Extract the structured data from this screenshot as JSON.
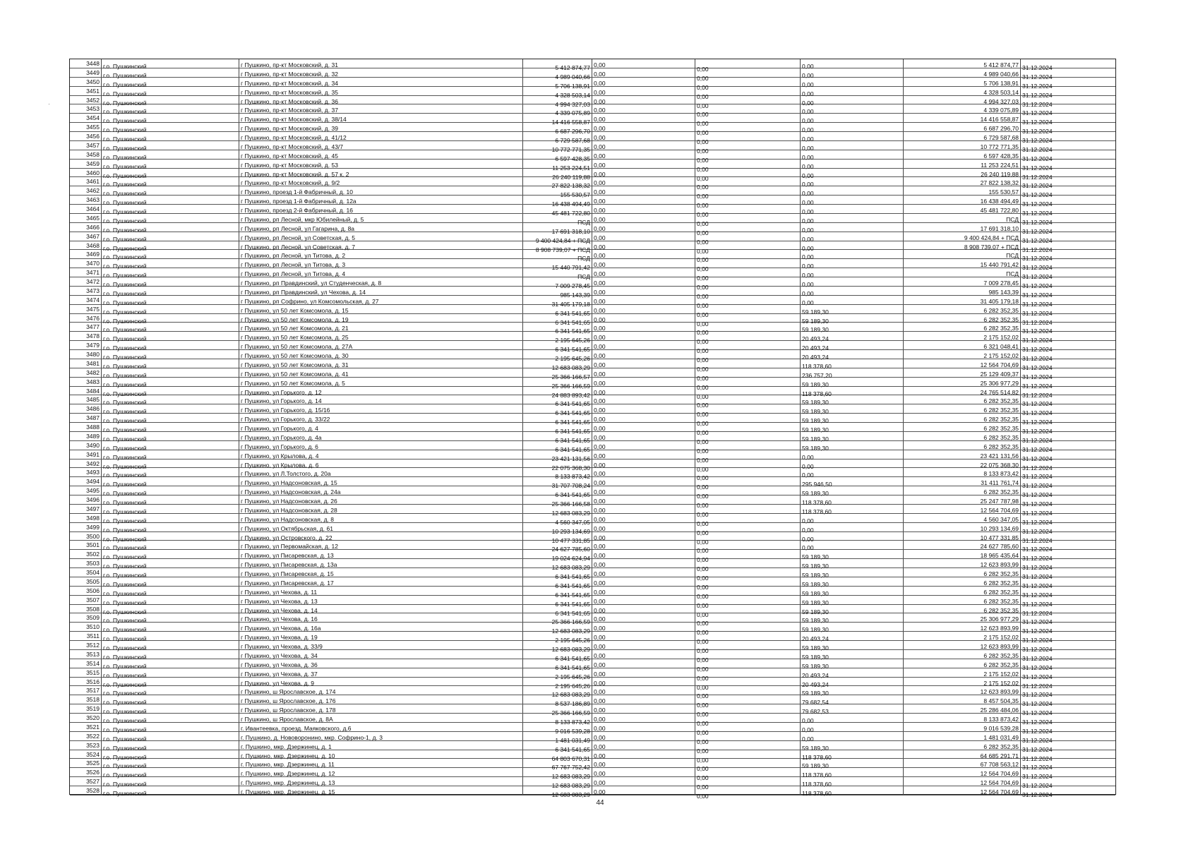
{
  "page": {
    "number": "44",
    "edge_mark": "·"
  },
  "table": {
    "rows": [
      [
        "3448",
        "г.о. Пушкинский",
        "г Пушкино, пр-кт Московский, д. 31",
        "5 412 874,77",
        "0,00",
        "0,00",
        "0,00",
        "5 412 874,77",
        "31.12.2024"
      ],
      [
        "3449",
        "г.о. Пушкинский",
        "г Пушкино, пр-кт Московский, д. 32",
        "4 989 040,66",
        "0,00",
        "0,00",
        "0,00",
        "4 989 040,66",
        "31.12.2024"
      ],
      [
        "3450",
        "г.о. Пушкинский",
        "г Пушкино, пр-кт Московский, д. 34",
        "5 706 138,91",
        "0,00",
        "0,00",
        "0,00",
        "5 706 138,91",
        "31.12.2024"
      ],
      [
        "3451",
        "г.о. Пушкинский",
        "г Пушкино, пр-кт Московский, д. 35",
        "4 328 503,14",
        "0,00",
        "0,00",
        "0,00",
        "4 328 503,14",
        "31.12.2024"
      ],
      [
        "3452",
        "г.о. Пушкинский",
        "г Пушкино, пр-кт Московский, д. 36",
        "4 994 327,03",
        "0,00",
        "0,00",
        "0,00",
        "4 994 327,03",
        "31.12.2024"
      ],
      [
        "3453",
        "г.о. Пушкинский",
        "г Пушкино, пр-кт Московский, д. 37",
        "4 339 075,89",
        "0,00",
        "0,00",
        "0,00",
        "4 339 075,89",
        "31.12.2024"
      ],
      [
        "3454",
        "г.о. Пушкинский",
        "г Пушкино, пр-кт Московский, д. 38/14",
        "14 416 558,87",
        "0,00",
        "0,00",
        "0,00",
        "14 416 558,87",
        "31.12.2024"
      ],
      [
        "3455",
        "г.о. Пушкинский",
        "г Пушкино, пр-кт Московский, д. 39",
        "6 687 296,70",
        "0,00",
        "0,00",
        "0,00",
        "6 687 296,70",
        "31.12.2024"
      ],
      [
        "3456",
        "г.о. Пушкинский",
        "г Пушкино, пр-кт Московский, д. 41/12",
        "6 729 587,68",
        "0,00",
        "0,00",
        "0,00",
        "6 729 587,68",
        "31.12.2024"
      ],
      [
        "3457",
        "г.о. Пушкинский",
        "г Пушкино, пр-кт Московский, д. 43/7",
        "10 772 771,35",
        "0,00",
        "0,00",
        "0,00",
        "10 772 771,35",
        "31.12.2024"
      ],
      [
        "3458",
        "г.о. Пушкинский",
        "г Пушкино, пр-кт Московский, д. 45",
        "6 597 428,35",
        "0,00",
        "0,00",
        "0,00",
        "6 597 428,35",
        "31.12.2024"
      ],
      [
        "3459",
        "г.о. Пушкинский",
        "г Пушкино, пр-кт Московский, д. 53",
        "11 253 224,51",
        "0,00",
        "0,00",
        "0,00",
        "11 253 224,51",
        "31.12.2024"
      ],
      [
        "3460",
        "г.о. Пушкинский",
        "г Пушкино, пр-кт Московский, д. 57 к. 2",
        "26 240 119,88",
        "0,00",
        "0,00",
        "0,00",
        "26 240 119,88",
        "31.12.2024"
      ],
      [
        "3461",
        "г.о. Пушкинский",
        "г Пушкино, пр-кт Московский, д. 9/2",
        "27 822 138,32",
        "0,00",
        "0,00",
        "0,00",
        "27 822 138,32",
        "31.12.2024"
      ],
      [
        "3462",
        "г.о. Пушкинский",
        "г Пушкино, проезд 1-й Фабричный, д. 10",
        "155 530,57",
        "0,00",
        "0,00",
        "0,00",
        "155 530,57",
        "31.12.2024"
      ],
      [
        "3463",
        "г.о. Пушкинский",
        "г Пушкино, проезд 1-й Фабричный, д. 12а",
        "16 438 494,49",
        "0,00",
        "0,00",
        "0,00",
        "16 438 494,49",
        "31.12.2024"
      ],
      [
        "3464",
        "г.о. Пушкинский",
        "г Пушкино, проезд 2-й Фабричный, д. 16",
        "45 481 722,80",
        "0,00",
        "0,00",
        "0,00",
        "45 481 722,80",
        "31.12.2024"
      ],
      [
        "3465",
        "г.о. Пушкинский",
        "г Пушкино, рп Лесной, мкр Юбилейный, д. 5",
        "ПСД",
        "0,00",
        "0,00",
        "0,00",
        "ПСД",
        "31.12.2024"
      ],
      [
        "3466",
        "г.о. Пушкинский",
        "г Пушкино, рп Лесной, ул Гагарина, д. 8а",
        "17 691 318,10",
        "0,00",
        "0,00",
        "0,00",
        "17 691 318,10",
        "31.12.2024"
      ],
      [
        "3467",
        "г.о. Пушкинский",
        "г Пушкино, рп Лесной, ул Советская, д. 5",
        "9 400 424,84 + ПСД",
        "0,00",
        "0,00",
        "0,00",
        "9 400 424,84 + ПСД",
        "31.12.2024"
      ],
      [
        "3468",
        "г.о. Пушкинский",
        "г Пушкино, рп Лесной, ул Советская, д. 7",
        "8 908 739,07 + ПСД",
        "0,00",
        "0,00",
        "0,00",
        "8 908 739,07 + ПСД",
        "31.12.2024"
      ],
      [
        "3469",
        "г.о. Пушкинский",
        "г Пушкино, рп Лесной, ул Титова, д. 2",
        "ПСД",
        "0,00",
        "0,00",
        "0,00",
        "ПСД",
        "31.12.2024"
      ],
      [
        "3470",
        "г.о. Пушкинский",
        "г Пушкино, рп Лесной, ул Титова, д. 3",
        "15 440 791,42",
        "0,00",
        "0,00",
        "0,00",
        "15 440 791,42",
        "31.12.2024"
      ],
      [
        "3471",
        "г.о. Пушкинский",
        "г Пушкино, рп Лесной, ул Титова, д. 4",
        "ПСД",
        "0,00",
        "0,00",
        "0,00",
        "ПСД",
        "31.12.2024"
      ],
      [
        "3472",
        "г.о. Пушкинский",
        "г Пушкино, рп Правдинский, ул Студенческая, д. 8",
        "7 009 278,45",
        "0,00",
        "0,00",
        "0,00",
        "7 009 278,45",
        "31.12.2024"
      ],
      [
        "3473",
        "г.о. Пушкинский",
        "г Пушкино, рп Правдинский, ул Чехова, д. 14",
        "985 143,39",
        "0,00",
        "0,00",
        "0,00",
        "985 143,39",
        "31.12.2024"
      ],
      [
        "3474",
        "г.о. Пушкинский",
        "г Пушкино, рп Софрино, ул Комсомольская, д. 27",
        "31 405 179,18",
        "0,00",
        "0,00",
        "0,00",
        "31 405 179,18",
        "31.12.2024"
      ],
      [
        "3475",
        "г.о. Пушкинский",
        "г Пушкино, ул 50 лет Комсомола, д. 15",
        "6 341 541,65",
        "0,00",
        "0,00",
        "59 189,30",
        "6 282 352,35",
        "31.12.2024"
      ],
      [
        "3476",
        "г.о. Пушкинский",
        "г Пушкино, ул 50 лет Комсомола, д. 19",
        "6 341 541,65",
        "0,00",
        "0,00",
        "59 189,30",
        "6 282 352,35",
        "31.12.2024"
      ],
      [
        "3477",
        "г.о. Пушкинский",
        "г Пушкино, ул 50 лет Комсомола, д. 21",
        "6 341 541,65",
        "0,00",
        "0,00",
        "59 189,30",
        "6 282 352,35",
        "31.12.2024"
      ],
      [
        "3478",
        "г.о. Пушкинский",
        "г Пушкино, ул 50 лет Комсомола, д. 25",
        "2 195 645,26",
        "0,00",
        "0,00",
        "20 493,24",
        "2 175 152,02",
        "31.12.2024"
      ],
      [
        "3479",
        "г.о. Пушкинский",
        "г Пушкино, ул 50 лет Комсомола, д. 27А",
        "6 341 541,65",
        "0,00",
        "0,00",
        "20 493,24",
        "6 321 048,41",
        "31.12.2024"
      ],
      [
        "3480",
        "г.о. Пушкинский",
        "г Пушкино, ул 50 лет Комсомола, д. 30",
        "2 195 645,26",
        "0,00",
        "0,00",
        "20 493,24",
        "2 175 152,02",
        "31.12.2024"
      ],
      [
        "3481",
        "г.о. Пушкинский",
        "г Пушкино, ул 50 лет Комсомола, д. 31",
        "12 683 083,29",
        "0,00",
        "0,00",
        "118 378,60",
        "12 564 704,69",
        "31.12.2024"
      ],
      [
        "3482",
        "г.о. Пушкинский",
        "г Пушкино, ул 50 лет Комсомола, д. 41",
        "25 366 166,57",
        "0,00",
        "0,00",
        "236 757,20",
        "25 129 409,37",
        "31.12.2024"
      ],
      [
        "3483",
        "г.о. Пушкинский",
        "г Пушкино, ул 50 лет Комсомола, д. 5",
        "25 366 166,59",
        "0,00",
        "0,00",
        "59 189,30",
        "25 306 977,29",
        "31.12.2024"
      ],
      [
        "3484",
        "г.о. Пушкинский",
        "г Пушкино, ул Горького, д. 12",
        "24 883 893,42",
        "0,00",
        "0,00",
        "118 378,60",
        "24 765 514,82",
        "31.12.2024"
      ],
      [
        "3485",
        "г.о. Пушкинский",
        "г Пушкино, ул Горького, д. 14",
        "6 341 541,65",
        "0,00",
        "0,00",
        "59 189,30",
        "6 282 352,35",
        "31.12.2024"
      ],
      [
        "3486",
        "г.о. Пушкинский",
        "г Пушкино, ул Горького, д. 15/16",
        "6 341 541,65",
        "0,00",
        "0,00",
        "59 189,30",
        "6 282 352,35",
        "31.12.2024"
      ],
      [
        "3487",
        "г.о. Пушкинский",
        "г Пушкино, ул Горького, д. 33/22",
        "6 341 541,65",
        "0,00",
        "0,00",
        "59 189,30",
        "6 282 352,35",
        "31.12.2024"
      ],
      [
        "3488",
        "г.о. Пушкинский",
        "г Пушкино, ул Горького, д. 4",
        "6 341 541,65",
        "0,00",
        "0,00",
        "59 189,30",
        "6 282 352,35",
        "31.12.2024"
      ],
      [
        "3489",
        "г.о. Пушкинский",
        "г Пушкино, ул Горького, д. 4а",
        "6 341 541,65",
        "0,00",
        "0,00",
        "59 189,30",
        "6 282 352,35",
        "31.12.2024"
      ],
      [
        "3490",
        "г.о. Пушкинский",
        "г Пушкино, ул Горького, д. 6",
        "6 341 541,65",
        "0,00",
        "0,00",
        "59 189,30",
        "6 282 352,35",
        "31.12.2024"
      ],
      [
        "3491",
        "г.о. Пушкинский",
        "г Пушкино, ул Крылова, д. 4",
        "23 421 131,56",
        "0,00",
        "0,00",
        "0,00",
        "23 421 131,56",
        "31.12.2024"
      ],
      [
        "3492",
        "г.о. Пушкинский",
        "г Пушкино, ул Крылова, д. 6",
        "22 075 368,30",
        "0,00",
        "0,00",
        "0,00",
        "22 075 368,30",
        "31.12.2024"
      ],
      [
        "3493",
        "г.о. Пушкинский",
        "г Пушкино, ул Л.Толстого, д. 20а",
        "8 133 873,42",
        "0,00",
        "0,00",
        "0,00",
        "8 133 873,42",
        "31.12.2024"
      ],
      [
        "3494",
        "г.о. Пушкинский",
        "г Пушкино, ул Надсоновская, д. 15",
        "31 707 708,24",
        "0,00",
        "0,00",
        "295 946,50",
        "31 411 761,74",
        "31.12.2024"
      ],
      [
        "3495",
        "г.о. Пушкинский",
        "г Пушкино, ул Надсоновская, д. 24а",
        "6 341 541,65",
        "0,00",
        "0,00",
        "59 189,30",
        "6 282 352,35",
        "31.12.2024"
      ],
      [
        "3496",
        "г.о. Пушкинский",
        "г Пушкино, ул Надсоновская, д. 26",
        "25 366 166,58",
        "0,00",
        "0,00",
        "118 378,60",
        "25 247 787,98",
        "31.12.2024"
      ],
      [
        "3497",
        "г.о. Пушкинский",
        "г Пушкино, ул Надсоновская, д. 28",
        "12 683 083,29",
        "0,00",
        "0,00",
        "118 378,60",
        "12 564 704,69",
        "31.12.2024"
      ],
      [
        "3498",
        "г.о. Пушкинский",
        "г Пушкино, ул Надсоновская, д. 8",
        "4 560 347,05",
        "0,00",
        "0,00",
        "0,00",
        "4 560 347,05",
        "31.12.2024"
      ],
      [
        "3499",
        "г.о. Пушкинский",
        "г Пушкино, ул Октябрьская, д. 61",
        "10 293 134,69",
        "0,00",
        "0,00",
        "0,00",
        "10 293 134,69",
        "31.12.2024"
      ],
      [
        "3500",
        "г.о. Пушкинский",
        "г Пушкино, ул Островского, д. 22",
        "10 477 331,85",
        "0,00",
        "0,00",
        "0,00",
        "10 477 331,85",
        "31.12.2024"
      ],
      [
        "3501",
        "г.о. Пушкинский",
        "г Пушкино, ул Первомайская, д. 12",
        "24 627 785,60",
        "0,00",
        "0,00",
        "0,00",
        "24 627 785,60",
        "31.12.2024"
      ],
      [
        "3502",
        "г.о. Пушкинский",
        "г Пушкино, ул Писаревская, д. 13",
        "19 024 624,94",
        "0,00",
        "0,00",
        "59 189,30",
        "18 965 435,64",
        "31.12.2024"
      ],
      [
        "3503",
        "г.о. Пушкинский",
        "г Пушкино, ул Писаревская, д. 13а",
        "12 683 083,29",
        "0,00",
        "0,00",
        "59 189,30",
        "12 623 893,99",
        "31.12.2024"
      ],
      [
        "3504",
        "г.о. Пушкинский",
        "г Пушкино, ул Писаревская, д. 15",
        "6 341 541,65",
        "0,00",
        "0,00",
        "59 189,30",
        "6 282 352,35",
        "31.12.2024"
      ],
      [
        "3505",
        "г.о. Пушкинский",
        "г Пушкино, ул Писаревская, д. 17",
        "6 341 541,65",
        "0,00",
        "0,00",
        "59 189,30",
        "6 282 352,35",
        "31.12.2024"
      ],
      [
        "3506",
        "г.о. Пушкинский",
        "г Пушкино, ул Чехова, д. 11",
        "6 341 541,65",
        "0,00",
        "0,00",
        "59 189,30",
        "6 282 352,35",
        "31.12.2024"
      ],
      [
        "3507",
        "г.о. Пушкинский",
        "г Пушкино, ул Чехова, д. 13",
        "6 341 541,65",
        "0,00",
        "0,00",
        "59 189,30",
        "6 282 352,35",
        "31.12.2024"
      ],
      [
        "3508",
        "г.о. Пушкинский",
        "г Пушкино, ул Чехова, д. 14",
        "6 341 541,65",
        "0,00",
        "0,00",
        "59 189,30",
        "6 282 352,35",
        "31.12.2024"
      ],
      [
        "3509",
        "г.о. Пушкинский",
        "г Пушкино, ул Чехова, д. 16",
        "25 366 166,59",
        "0,00",
        "0,00",
        "59 189,30",
        "25 306 977,29",
        "31.12.2024"
      ],
      [
        "3510",
        "г.о. Пушкинский",
        "г Пушкино, ул Чехова, д. 16а",
        "12 683 083,29",
        "0,00",
        "0,00",
        "59 189,30",
        "12 623 893,99",
        "31.12.2024"
      ],
      [
        "3511",
        "г.о. Пушкинский",
        "г Пушкино, ул Чехова, д. 19",
        "2 195 645,26",
        "0,00",
        "0,00",
        "20 493,24",
        "2 175 152,02",
        "31.12.2024"
      ],
      [
        "3512",
        "г.о. Пушкинский",
        "г Пушкино, ул Чехова, д. 33/9",
        "12 683 083,29",
        "0,00",
        "0,00",
        "59 189,30",
        "12 623 893,99",
        "31.12.2024"
      ],
      [
        "3513",
        "г.о. Пушкинский",
        "г Пушкино, ул Чехова, д. 34",
        "6 341 541,65",
        "0,00",
        "0,00",
        "59 189,30",
        "6 282 352,35",
        "31.12.2024"
      ],
      [
        "3514",
        "г.о. Пушкинский",
        "г Пушкино, ул Чехова, д. 36",
        "6 341 541,65",
        "0,00",
        "0,00",
        "59 189,30",
        "6 282 352,35",
        "31.12.2024"
      ],
      [
        "3515",
        "г.о. Пушкинский",
        "г Пушкино, ул Чехова, д. 37",
        "2 195 645,26",
        "0,00",
        "0,00",
        "20 493,24",
        "2 175 152,02",
        "31.12.2024"
      ],
      [
        "3516",
        "г.о. Пушкинский",
        "г Пушкино, ул Чехова, д. 9",
        "2 195 645,26",
        "0,00",
        "0,00",
        "20 493,24",
        "2 175 152,02",
        "31.12.2024"
      ],
      [
        "3517",
        "г.о. Пушкинский",
        "г Пушкино, ш Ярославское, д. 174",
        "12 683 083,29",
        "0,00",
        "0,00",
        "59 189,30",
        "12 623 893,99",
        "31.12.2024"
      ],
      [
        "3518",
        "г.о. Пушкинский",
        "г Пушкино, ш Ярославское, д. 176",
        "8 537 186,89",
        "0,00",
        "0,00",
        "79 682,54",
        "8 457 504,35",
        "31.12.2024"
      ],
      [
        "3519",
        "г.о. Пушкинский",
        "г Пушкино, ш Ярославское, д. 178",
        "25 366 166,59",
        "0,00",
        "0,00",
        "79 682,53",
        "25 286 484,06",
        "31.12.2024"
      ],
      [
        "3520",
        "г.о. Пушкинский",
        "г Пушкино, ш Ярославское, д. 8А",
        "8 133 873,42",
        "0,00",
        "0,00",
        "0,00",
        "8 133 873,42",
        "31.12.2024"
      ],
      [
        "3521",
        "г.о. Пушкинский",
        "г. Ивантеевка, проезд. Маяковского, д.6",
        "9 016 539,28",
        "0,00",
        "0,00",
        "0,00",
        "9 016 539,28",
        "31.12.2024"
      ],
      [
        "3522",
        "г.о. Пушкинский",
        "г. Пушкино, д. Нововоронино, мкр. Софрино-1, д. 3",
        "1 481 031,49",
        "0,00",
        "0,00",
        "0,00",
        "1 481 031,49",
        "31.12.2024"
      ],
      [
        "3523",
        "г.о. Пушкинский",
        "г. Пушкино, мкр. Дзержинец, д. 1",
        "6 341 541,65",
        "0,00",
        "0,00",
        "59 189,30",
        "6 282 352,35",
        "31.12.2024"
      ],
      [
        "3524",
        "г.о. Пушкинский",
        "г. Пушкино, мкр. Дзержинец, д. 10",
        "64 803 670,31",
        "0,00",
        "0,00",
        "118 378,60",
        "64 685 291,71",
        "31.12.2024"
      ],
      [
        "3525",
        "г.о. Пушкинский",
        "г. Пушкино, мкр. Дзержинец, д. 11",
        "67 767 752,42",
        "0,00",
        "0,00",
        "59 189,30",
        "67 708 563,12",
        "31.12.2024"
      ],
      [
        "3526",
        "г.о. Пушкинский",
        "г. Пушкино, мкр. Дзержинец, д. 12",
        "12 683 083,29",
        "0,00",
        "0,00",
        "118 378,60",
        "12 564 704,69",
        "31.12.2024"
      ],
      [
        "3527",
        "г.о. Пушкинский",
        "г. Пушкино, мкр. Дзержинец, д. 13",
        "12 683 083,29",
        "0,00",
        "0,00",
        "118 378,60",
        "12 564 704,69",
        "31.12.2024"
      ],
      [
        "3528",
        "г.о. Пушкинский",
        "г. Пушкино, мкр. Дзержинец, д. 15",
        "12 683 083,29",
        "0,00",
        "0,00",
        "118 378,60",
        "12 564 704,69",
        "31.12.2024"
      ]
    ]
  }
}
